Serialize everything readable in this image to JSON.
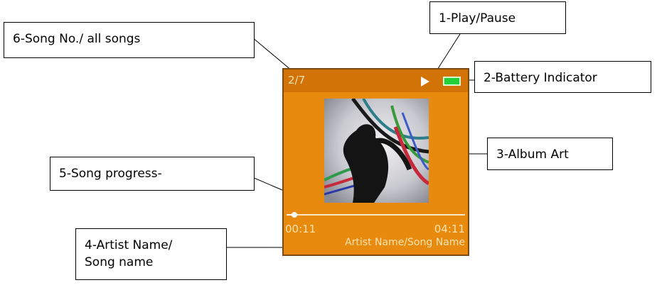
{
  "callouts": {
    "song_number": "6-Song No./ all songs",
    "play_pause": "1-Play/Pause",
    "battery": "2-Battery Indicator",
    "album_art": "3-Album Art",
    "song_progress": "5-Song progress-",
    "artist_song": {
      "line1": "4-Artist Name/",
      "line2": "Song name"
    }
  },
  "player": {
    "song_count": "2/7",
    "play_icon": "play-icon",
    "battery_icon": "battery-icon",
    "elapsed_time": "00:11",
    "total_time": "04:11",
    "progress_fraction": 0.044,
    "track_title": "Artist Name/Song Name",
    "colors": {
      "body": "#e88a0d",
      "status_bar": "#d27308",
      "battery": "#22d13a",
      "text": "#fde3b0"
    }
  }
}
